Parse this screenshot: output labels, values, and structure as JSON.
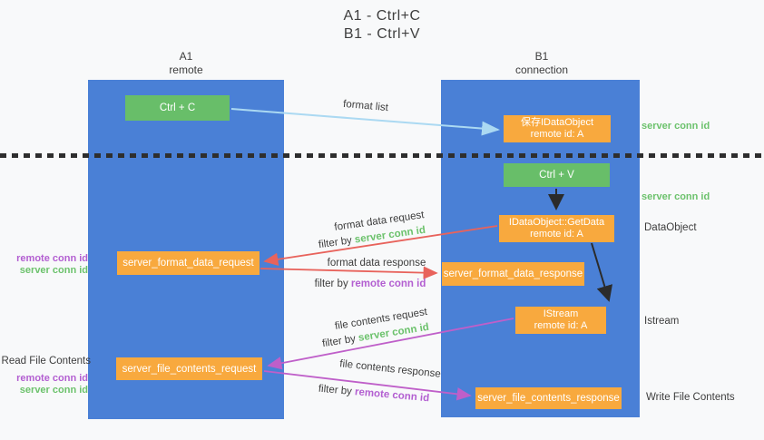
{
  "title": {
    "line1": "A1 - Ctrl+C",
    "line2": "B1 - Ctrl+V"
  },
  "lanes": {
    "left": {
      "title": "A1",
      "subtitle": "remote"
    },
    "right": {
      "title": "B1",
      "subtitle": "connection"
    }
  },
  "boxes": {
    "ctrl_c": {
      "label": "Ctrl + C"
    },
    "save_dataobject": {
      "line1": "保存IDataObject",
      "line2": "remote id: A"
    },
    "ctrl_v": {
      "label": "Ctrl + V"
    },
    "getdata": {
      "line1": "IDataObject::GetData",
      "line2": "remote id: A"
    },
    "format_request": {
      "label": "server_format_data_request"
    },
    "format_response": {
      "label": "server_format_data_response"
    },
    "istream": {
      "line1": "IStream",
      "line2": "remote id: A"
    },
    "file_request": {
      "label": "server_file_contents_request"
    },
    "file_response": {
      "label": "server_file_contents_response"
    }
  },
  "flow_labels": {
    "format_list": "format list",
    "format_data_request": "format data request",
    "format_data_response": "format data response",
    "file_contents_request": "file contents request",
    "file_contents_response": "file contents response",
    "filter_by": "filter by",
    "server_conn_id": "server conn id",
    "remote_conn_id": "remote conn id"
  },
  "side_labels": {
    "right_server_conn_id_top": "server conn id",
    "right_server_conn_id_mid": "server conn id",
    "dataobject": "DataObject",
    "istream": "Istream",
    "write_file_contents": "Write File Contents",
    "read_file_contents": "Read File Contents",
    "left_remote_conn_id_top": "remote conn id",
    "left_server_conn_id_top": "server conn id",
    "left_remote_conn_id_bottom": "remote conn id",
    "left_server_conn_id_bottom": "server conn id"
  },
  "colors": {
    "lane_blue": "#4a80d6",
    "box_green": "#68be69",
    "box_orange": "#f8a93e",
    "text_green": "#6cc26c",
    "text_purple": "#b35fd1",
    "arrow_red": "#e8635c",
    "arrow_magenta": "#bf5fc9",
    "arrow_lightblue": "#abd9f2",
    "arrow_black": "#2b2b2b",
    "background": "#f8f9fa"
  }
}
